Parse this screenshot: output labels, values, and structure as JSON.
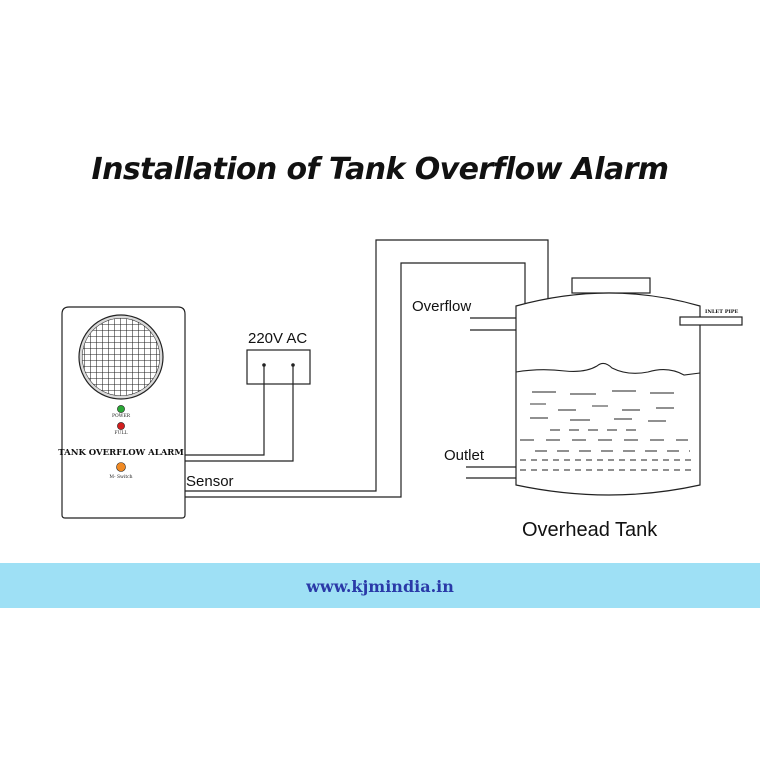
{
  "title": "Installation of Tank Overflow Alarm",
  "device": {
    "power_label": "POWER",
    "full_label": "FULL",
    "name": "TANK OVERFLOW ALARM",
    "switch_label": "M- Switch"
  },
  "labels": {
    "power_supply": "220V AC",
    "sensor": "Sensor",
    "overflow": "Overflow",
    "outlet": "Outlet",
    "inlet_pipe": "INLET PIPE",
    "tank": "Overhead Tank"
  },
  "footer": {
    "url": "www.kjmindia.in"
  },
  "colors": {
    "footer_band": "#9ee0f5",
    "footer_text": "#2a3aa8",
    "power_led": "#2aa836",
    "full_led": "#d21e1e",
    "switch_button": "#f08a24"
  }
}
